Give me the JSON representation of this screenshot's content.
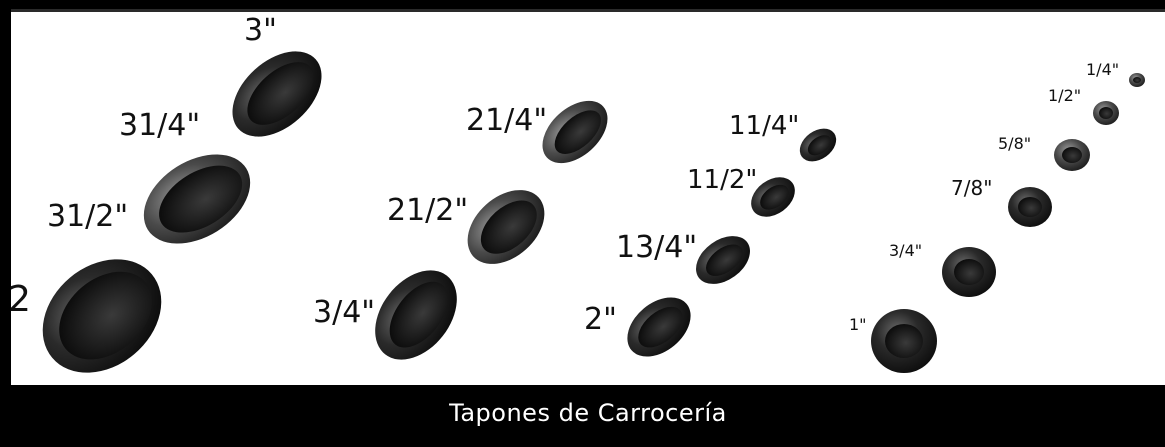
{
  "caption": "Tapones de Carrocería",
  "colors": {
    "frame": "#000000",
    "background": "#ffffff",
    "caption_text": "#ffffff",
    "plug": "#1b1b1b"
  },
  "groups": [
    {
      "name": "group-1",
      "labels": [
        "3\"",
        "31/4\"",
        "31/2\"",
        "2"
      ]
    },
    {
      "name": "group-2",
      "labels": [
        "21/4\"",
        "21/2\"",
        "3/4\""
      ]
    },
    {
      "name": "group-3",
      "labels": [
        "11/4\"",
        "11/2\"",
        "13/4\"",
        "2\""
      ]
    },
    {
      "name": "group-4",
      "labels": [
        "1/4\"",
        "1/2\"",
        "5/8\"",
        "7/8\"",
        "3/4\"",
        "1\""
      ]
    }
  ]
}
